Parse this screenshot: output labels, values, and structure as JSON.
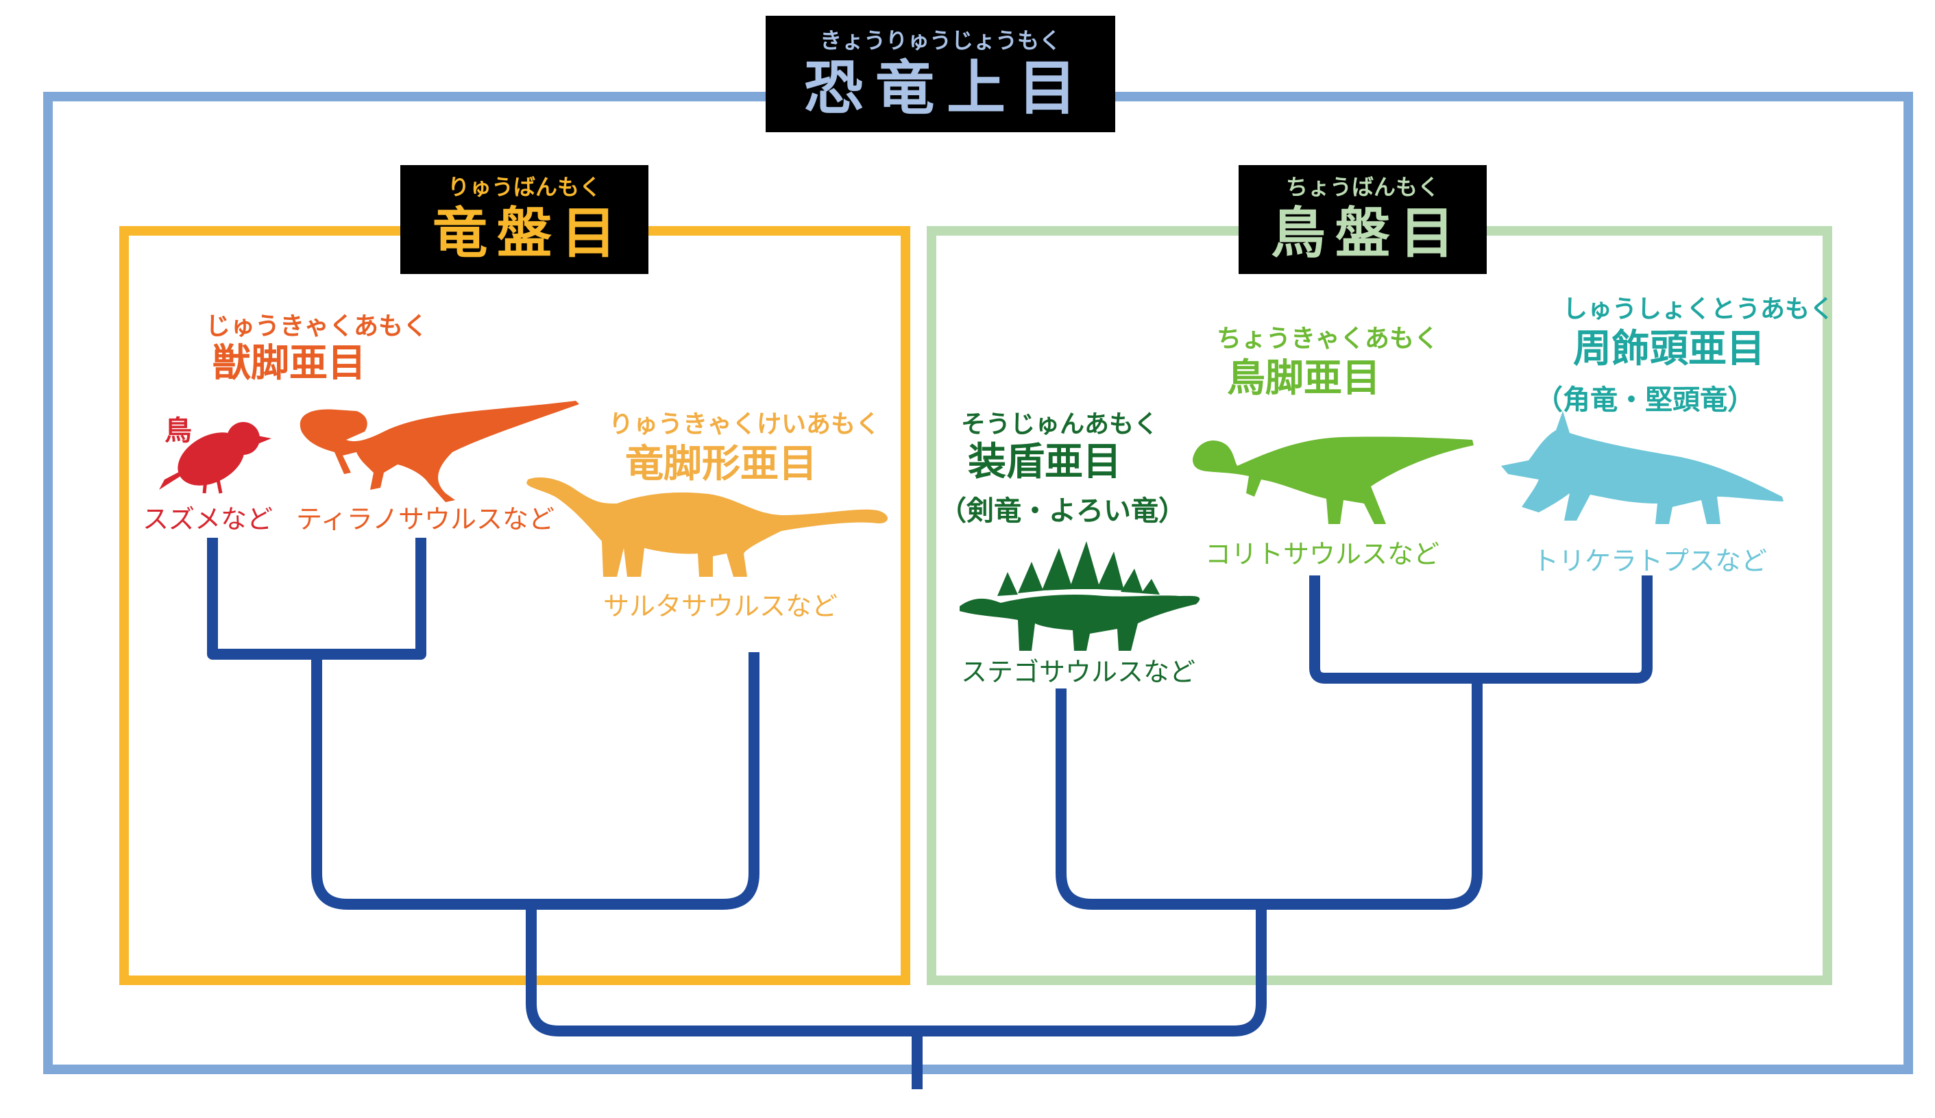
{
  "root": {
    "ruby": "きょうりゅうじょうもく",
    "name": "恐竜上目"
  },
  "saurischia": {
    "ruby": "りゅうばんもく",
    "name": "竜盤目"
  },
  "ornithischia": {
    "ruby": "ちょうばんもく",
    "name": "鳥盤目"
  },
  "theropoda": {
    "ruby": "じゅうきゃくあもく",
    "name": "獣脚亜目",
    "bird_label": "鳥",
    "examples": [
      "スズメなど",
      "ティラノサウルスなど"
    ]
  },
  "sauropodomorpha": {
    "ruby": "りゅうきゃくけいあもく",
    "name": "竜脚形亜目",
    "example": "サルタサウルスなど"
  },
  "thyreophora": {
    "ruby": "そうじゅんあもく",
    "name": "装盾亜目",
    "note": "（剣竜・よろい竜）",
    "example": "ステゴサウルスなど"
  },
  "ornithopoda": {
    "ruby": "ちょうきゃくあもく",
    "name": "鳥脚亜目",
    "example": "コリトサウルスなど"
  },
  "marginocephalia": {
    "ruby": "しゅうしょくとうあもく",
    "name": "周飾頭亜目",
    "note": "（角竜・堅頭竜）",
    "example": "トリケラトプスなど"
  },
  "colors": {
    "outer": "#7fa8d8",
    "saurischia": "#f9b82c",
    "ornithischia": "#bcdcb4",
    "tree": "#1f4a9c",
    "bird": "#d7262f",
    "tyrannosaurus": "#e85e24",
    "saltasaurus": "#f2ad43",
    "stegosaurus": "#176a2e",
    "corythosaurus": "#6cb933",
    "triceratops": "#6ec6d8"
  }
}
